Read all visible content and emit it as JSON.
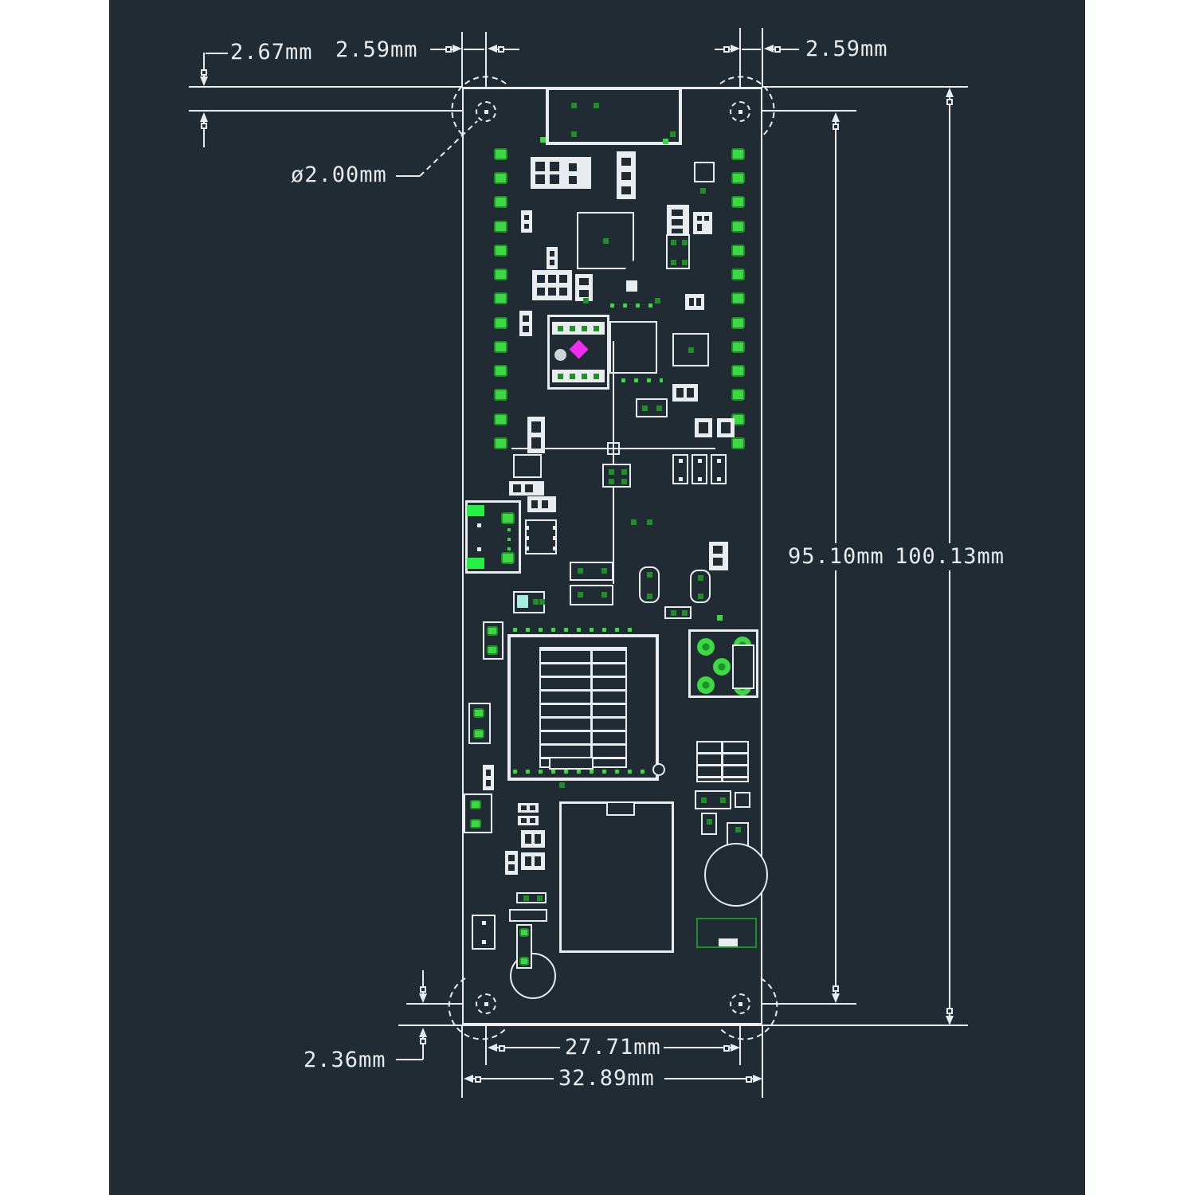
{
  "drawing": {
    "type": "PCB dimensional CAD drawing",
    "dimensions": {
      "top_edge_to_hole_vertical": "2.67mm",
      "left_edge_to_hole": "2.59mm",
      "right_edge_to_hole": "2.59mm",
      "hole_diameter": "ø2.00mm",
      "hole_to_hole_vertical": "95.10mm",
      "board_height": "100.13mm",
      "bottom_edge_to_hole": "2.36mm",
      "hole_to_hole_horizontal": "27.71mm",
      "board_width": "32.89mm"
    },
    "colors": {
      "canvas": "#ffffff",
      "background": "#212b34",
      "line": "#e8ecee",
      "pad_green": "#3cd944",
      "pad_green_dark": "#1f8f27",
      "pad_green_bright": "#27ef44",
      "accent_magenta": "#f02cf0",
      "accent_cyan": "#a5ecdc"
    }
  }
}
